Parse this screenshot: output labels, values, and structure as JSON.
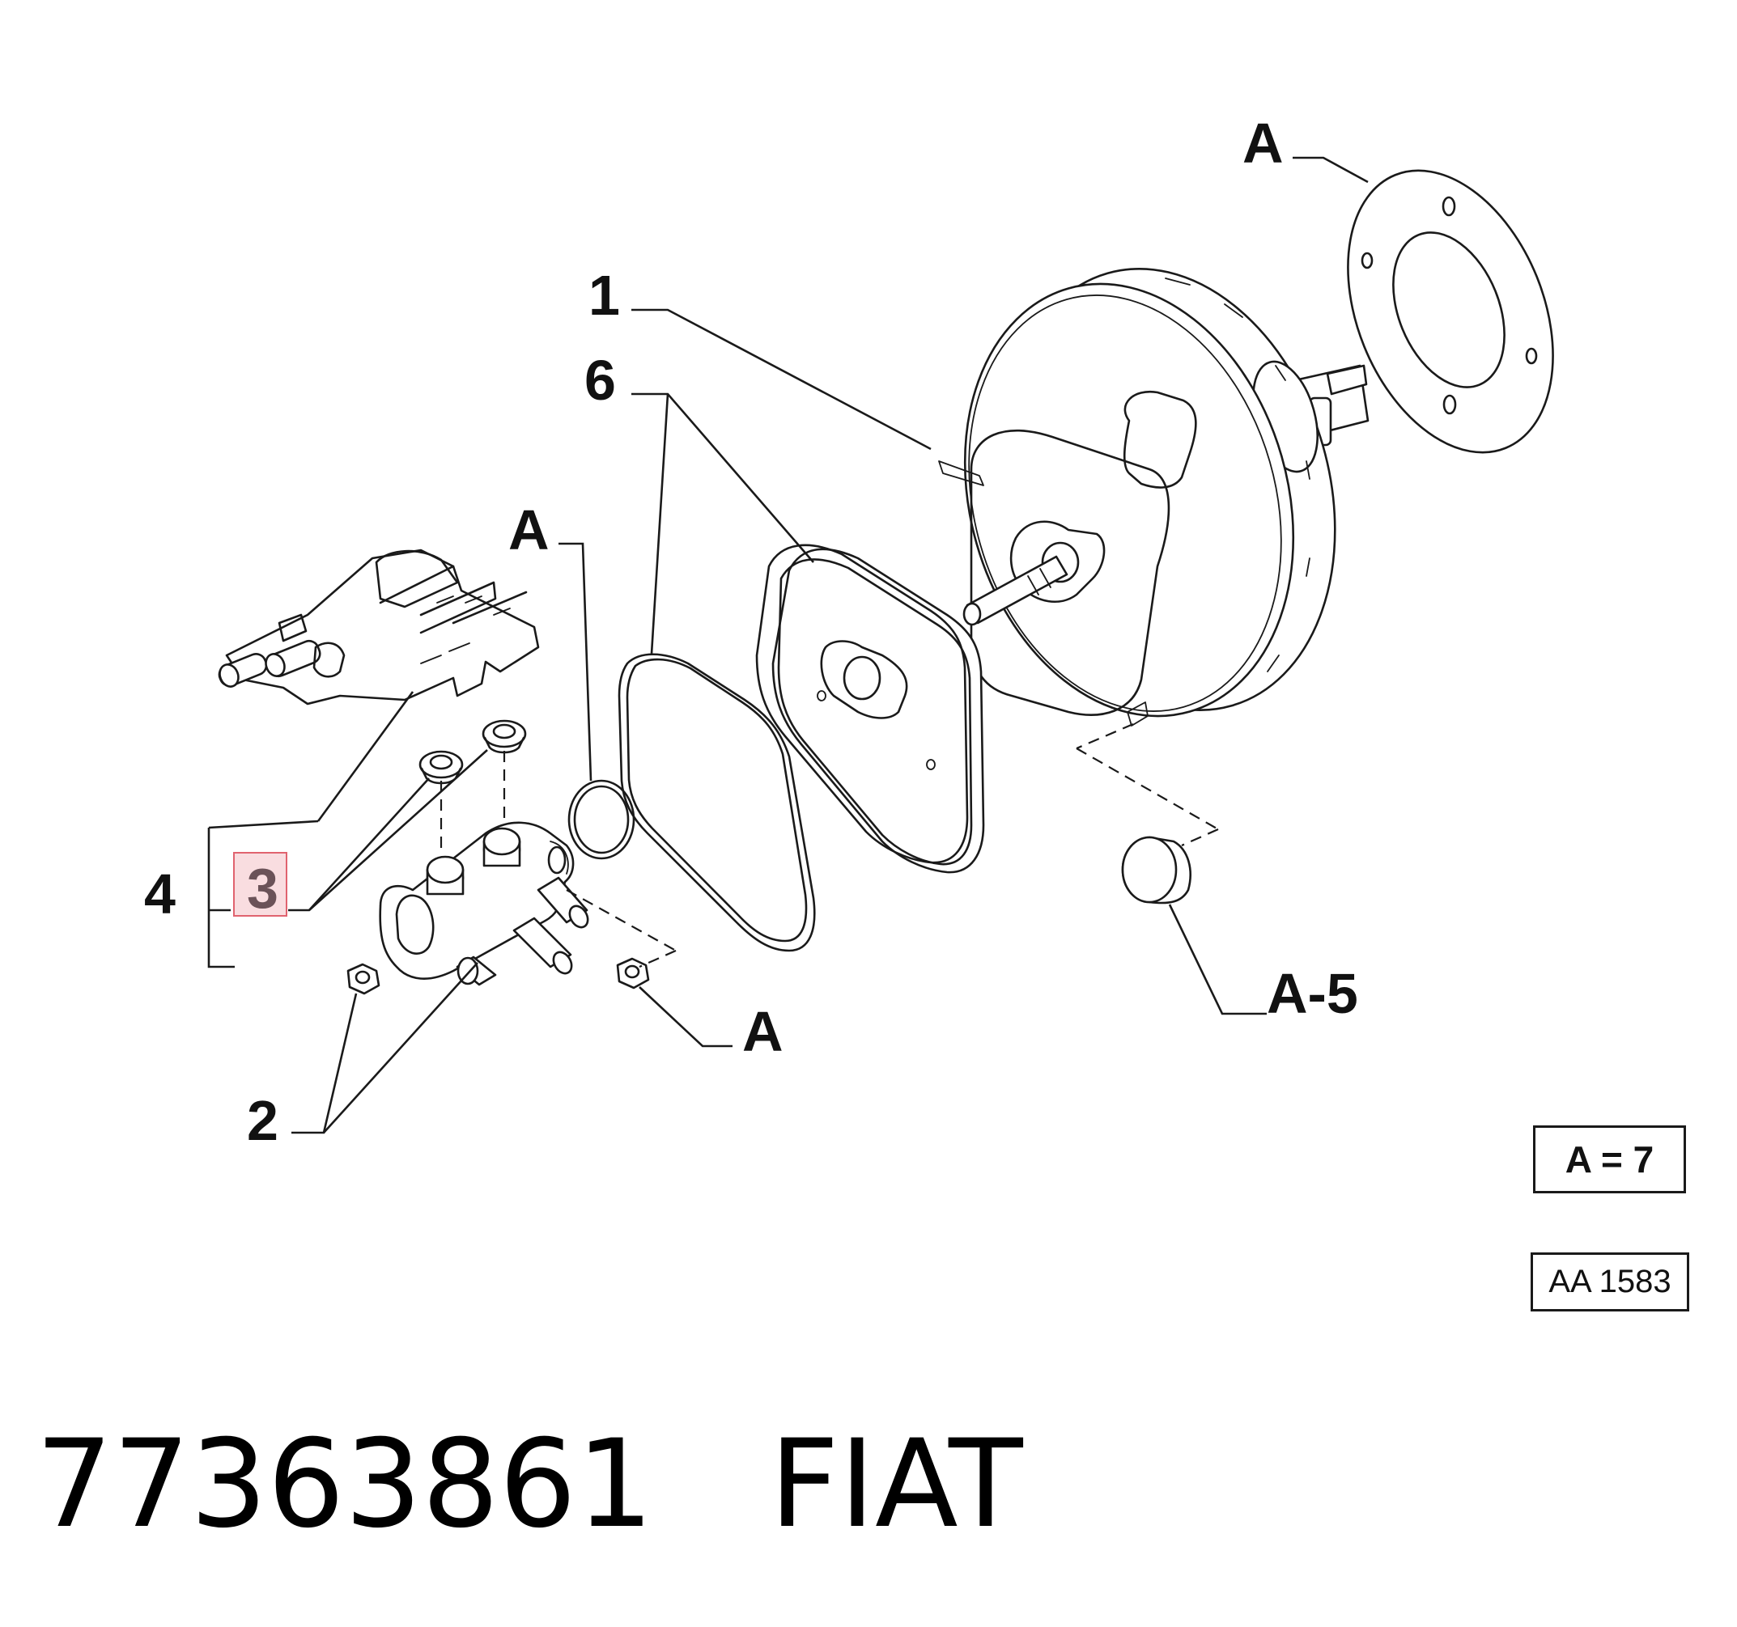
{
  "callouts": {
    "a_flange": "A",
    "one": "1",
    "six": "6",
    "a_oring": "A",
    "four": "4",
    "three": "3",
    "two": "2",
    "a_nut": "A",
    "a5": "A-5"
  },
  "notes": {
    "torque_label": "A = 7",
    "drawing_code": "AA 1583"
  },
  "footer": {
    "part_number": "77363861",
    "brand": "FIAT"
  },
  "colors": {
    "highlight_fill": "#f9dde0",
    "highlight_border": "#e0636f",
    "line": "#1a1a1a"
  }
}
